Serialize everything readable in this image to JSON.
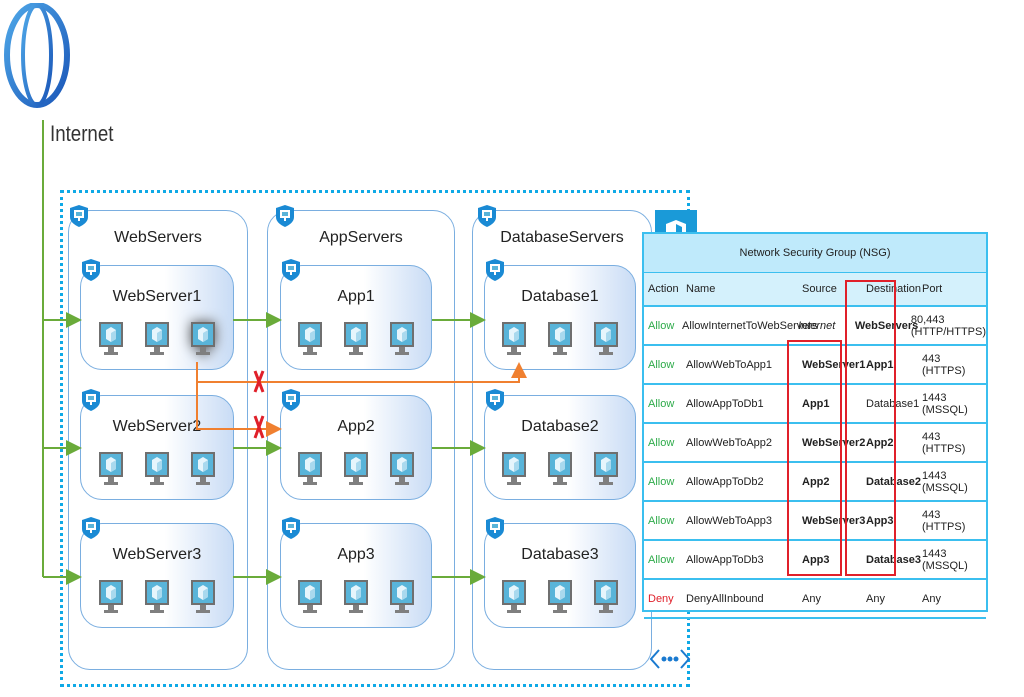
{
  "internet": {
    "label": "Internet",
    "icon": "globe-icon"
  },
  "groups": [
    {
      "title": "WebServers",
      "subnets": [
        "WebServer1",
        "WebServer2",
        "WebServer3"
      ]
    },
    {
      "title": "AppServers",
      "subnets": [
        "App1",
        "App2",
        "App3"
      ]
    },
    {
      "title": "DatabaseServers",
      "subnets": [
        "Database1",
        "Database2",
        "Database3"
      ]
    }
  ],
  "nsg": {
    "title": "Network Security Group (NSG)",
    "headers": [
      "Action",
      "Name",
      "Source",
      "Destination",
      "Port"
    ],
    "rows": [
      {
        "action": "Allow",
        "name": "AllowInternetToWebServers",
        "source": "Internet",
        "destination": "WebServers",
        "port": "80,443 (HTTP/HTTPS)"
      },
      {
        "action": "Allow",
        "name": "AllowWebToApp1",
        "source": "WebServer1",
        "destination": "App1",
        "port": "443 (HTTPS)"
      },
      {
        "action": "Allow",
        "name": "AllowAppToDb1",
        "source": "App1",
        "destination": "Database1",
        "port": "1443 (MSSQL)"
      },
      {
        "action": "Allow",
        "name": "AllowWebToApp2",
        "source": "WebServer2",
        "destination": "App2",
        "port": "443 (HTTPS)"
      },
      {
        "action": "Allow",
        "name": "AllowAppToDb2",
        "source": "App2",
        "destination": "Database2",
        "port": "1443 (MSSQL)"
      },
      {
        "action": "Allow",
        "name": "AllowWebToApp3",
        "source": "WebServer3",
        "destination": "App3",
        "port": "443 (HTTPS)"
      },
      {
        "action": "Allow",
        "name": "AllowAppToDb3",
        "source": "App3",
        "destination": "Database3",
        "port": "1443 (MSSQL)"
      },
      {
        "action": "Deny",
        "name": "DenyAllInbound",
        "source": "Any",
        "destination": "Any",
        "port": "Any"
      }
    ]
  },
  "colors": {
    "allow": "#2eab4a",
    "deny": "#e0202a",
    "vnet": "#0fa9e6",
    "flow": "#6aab3a",
    "blocked": "#f08030",
    "block_mark": "#e0202a"
  }
}
